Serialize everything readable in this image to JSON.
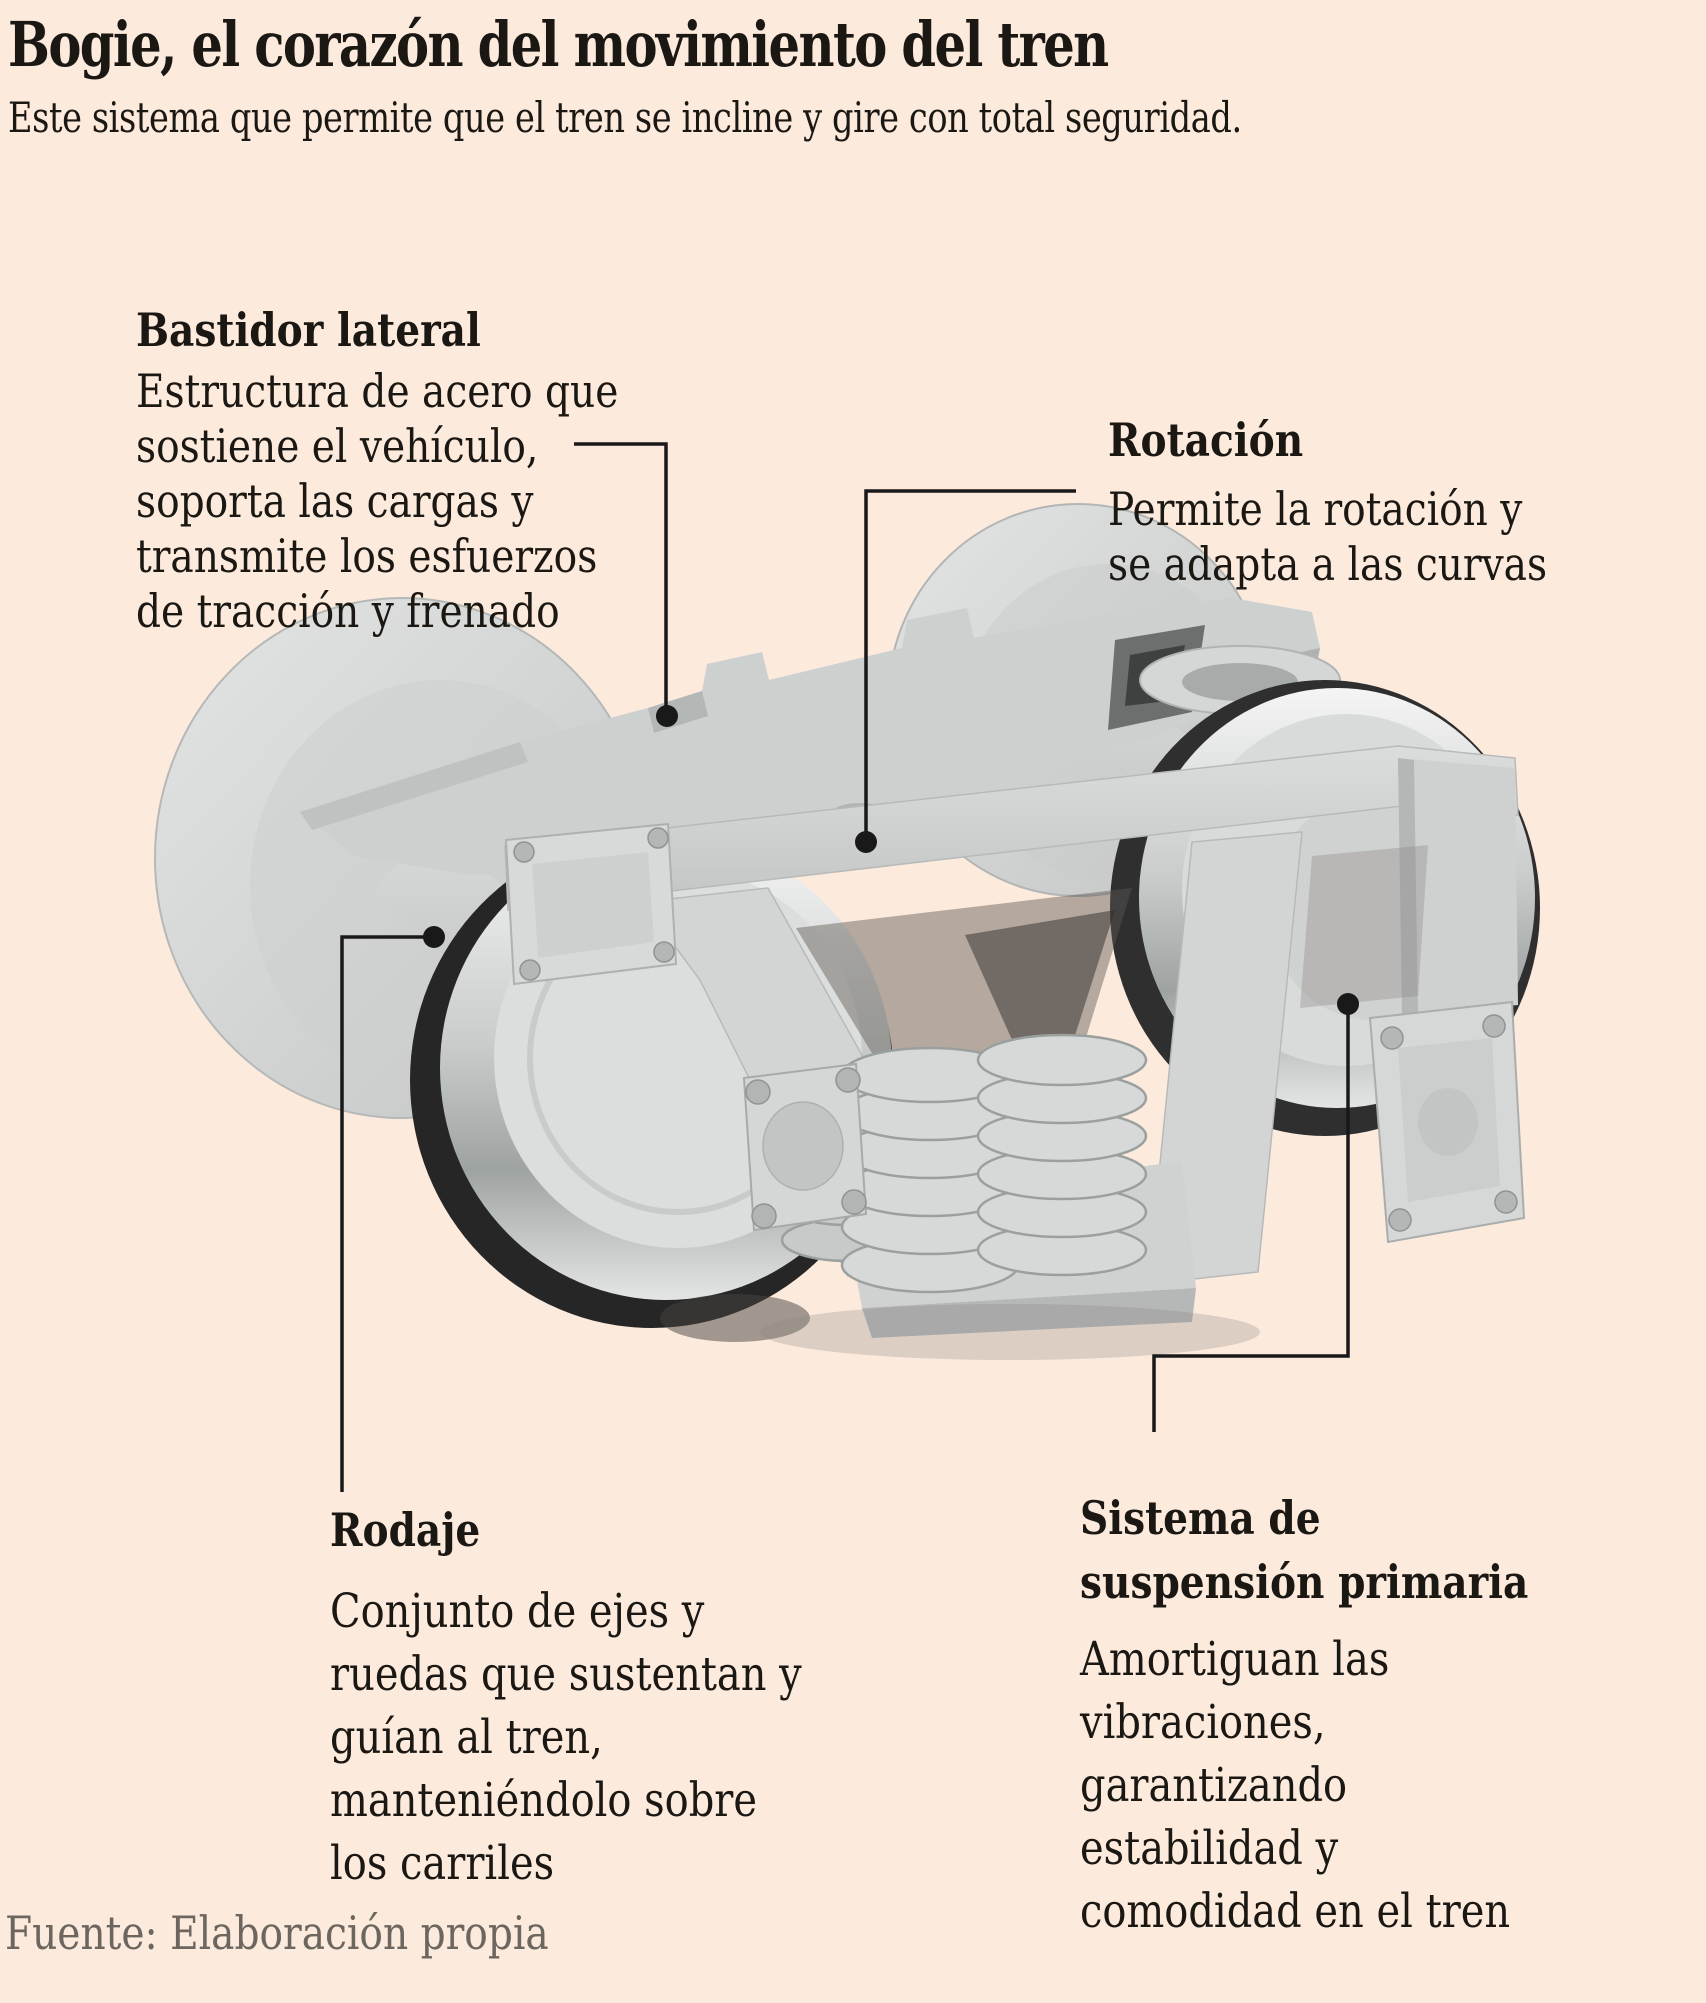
{
  "header": {
    "title": "Bogie, el corazón del movimiento del tren",
    "subtitle": "Este sistema que permite que el tren se incline y gire con total seguridad."
  },
  "callouts": {
    "bastidor": {
      "title": "Bastidor lateral",
      "body": "Estructura de acero que\nsostiene el vehículo,\nsoporta las cargas y\ntransmite los esfuerzos\nde tracción y frenado"
    },
    "rotacion": {
      "title": "Rotación",
      "body": "Permite la rotación y\nse adapta a las curvas"
    },
    "rodaje": {
      "title": "Rodaje",
      "body": "Conjunto de ejes y\nruedas que sustentan y\nguían al tren,\nmanteniéndolo sobre\nlos carriles"
    },
    "suspension": {
      "title": "Sistema de\nsuspensión primaria",
      "body": "Amortiguan las\nvibraciones,\ngarantizando\nestabilidad y\ncomodidad en el tren"
    }
  },
  "footer": {
    "source": "Fuente: Elaboración propia"
  },
  "illustration": {
    "name": "render-3d-bogie-ferroviario"
  },
  "colors": {
    "background": "#fceadd",
    "text": "#1b1813",
    "line": "#191919",
    "source_text": "#6c665f",
    "bogie_light": "#dcdedd",
    "bogie_frame": "#ccd0cf",
    "bogie_mid": "#c5c8c7",
    "bogie_shadow": "#9ea3a2",
    "wheel_rim_dark": "#262626",
    "metal_highlight": "#f2f3f2"
  }
}
